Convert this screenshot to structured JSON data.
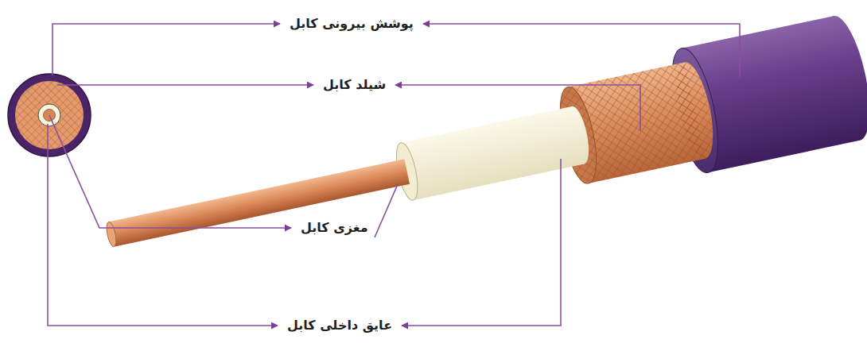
{
  "diagram": {
    "labels": [
      "پوشش بیرونی کابل",
      "شیلد کابل",
      "مغزی کابل",
      "عایق داخلی کابل"
    ]
  }
}
